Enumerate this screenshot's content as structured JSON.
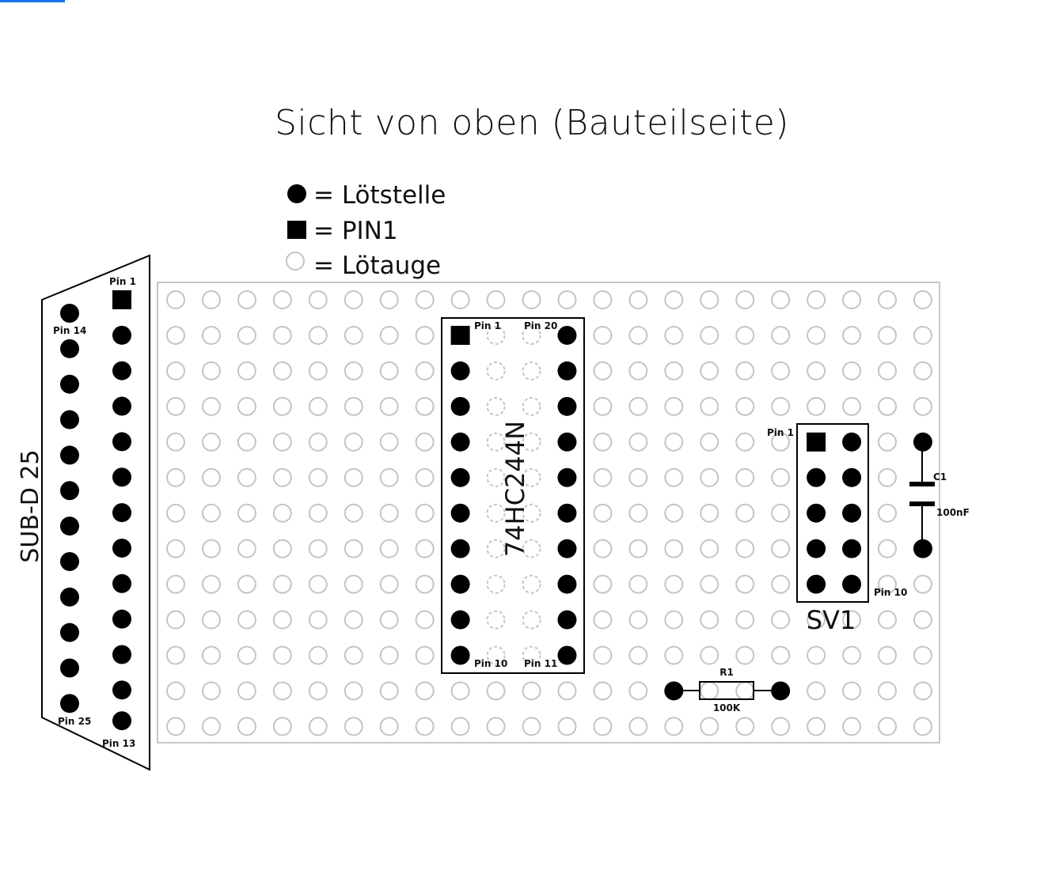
{
  "title": "Sicht von oben (Bauteilseite)",
  "legend": [
    {
      "symbol": "filled-circle",
      "text": "= Lötstelle"
    },
    {
      "symbol": "filled-square",
      "text": "= PIN1"
    },
    {
      "symbol": "hollow-circle",
      "text": "= Lötauge"
    }
  ],
  "board": {
    "columns": 22,
    "rows": 13
  },
  "connector": {
    "name": "SUB-D 25",
    "labels": {
      "pin1": "Pin 1",
      "pin14": "Pin 14",
      "pin25": "Pin 25",
      "pin13": "Pin 13"
    }
  },
  "ic": {
    "name": "74HC244N",
    "labels": {
      "pin1": "Pin 1",
      "pin20": "Pin 20",
      "pin10": "Pin 10",
      "pin11": "Pin 11"
    }
  },
  "header": {
    "name": "SV1",
    "labels": {
      "pin1": "Pin 1",
      "pin10": "Pin 10"
    }
  },
  "capacitor": {
    "name": "C1",
    "value": "100nF"
  },
  "resistor": {
    "name": "R1",
    "value": "100K"
  },
  "colors": {
    "ink": "#000000",
    "hole": "#c4c4c4",
    "board_edge": "#c8c8c8",
    "accent": "#1a73e8"
  }
}
